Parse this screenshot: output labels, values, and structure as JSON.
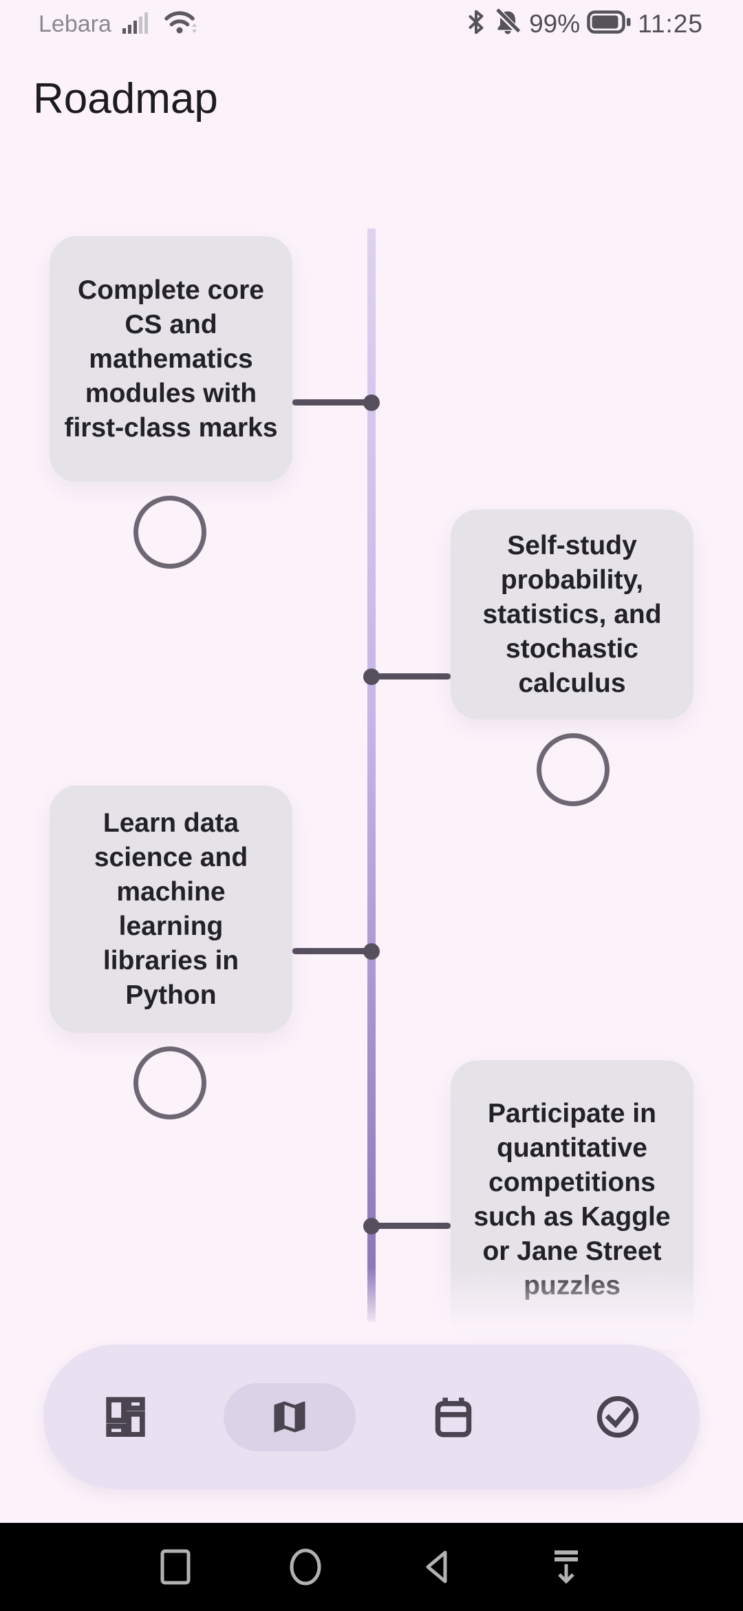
{
  "status_bar": {
    "carrier": "Lebara",
    "signal_icon": "cellular-signal",
    "wifi_icon": "wifi",
    "bluetooth_icon": "bluetooth",
    "notifications_icon": "notifications-off",
    "battery_icon": "battery-full",
    "battery_percent": "99%",
    "time": "11:25"
  },
  "header": {
    "title": "Roadmap"
  },
  "timeline": {
    "milestones": [
      {
        "side": "left",
        "text": "Complete core CS and mathematics modules with first-class marks"
      },
      {
        "side": "right",
        "text": "Self-study probability, statistics, and stochastic calculus"
      },
      {
        "side": "left",
        "text": "Learn data science and machine learning libraries in Python"
      },
      {
        "side": "right",
        "text": "Participate in quantitative competitions such as Kaggle or Jane Street puzzles"
      }
    ]
  },
  "bottom_nav": {
    "items": [
      {
        "icon": "dashboard-icon",
        "selected": false
      },
      {
        "icon": "map-icon",
        "selected": true
      },
      {
        "icon": "calendar-icon",
        "selected": false
      },
      {
        "icon": "check-circle-icon",
        "selected": false
      }
    ]
  },
  "system_nav": {
    "icons": [
      "recents-square-icon",
      "home-circle-icon",
      "back-triangle-icon",
      "hide-navbar-icon"
    ]
  },
  "colors": {
    "background": "#fbf2fa",
    "card_background": "#e5e2e8",
    "card_text": "#222127",
    "timeline_top": "#ded2f0",
    "timeline_bottom": "#8672b5",
    "connector_dark": "#56505e",
    "connector_light": "#d6d2da",
    "milestone_circle": "#6d6773",
    "nav_bar_background": "#e9e1f1",
    "nav_selected_pill": "#dbd2e8",
    "nav_icon": "#49444f",
    "status_icon": "#55525a",
    "system_icon": "#b2b2b2"
  }
}
